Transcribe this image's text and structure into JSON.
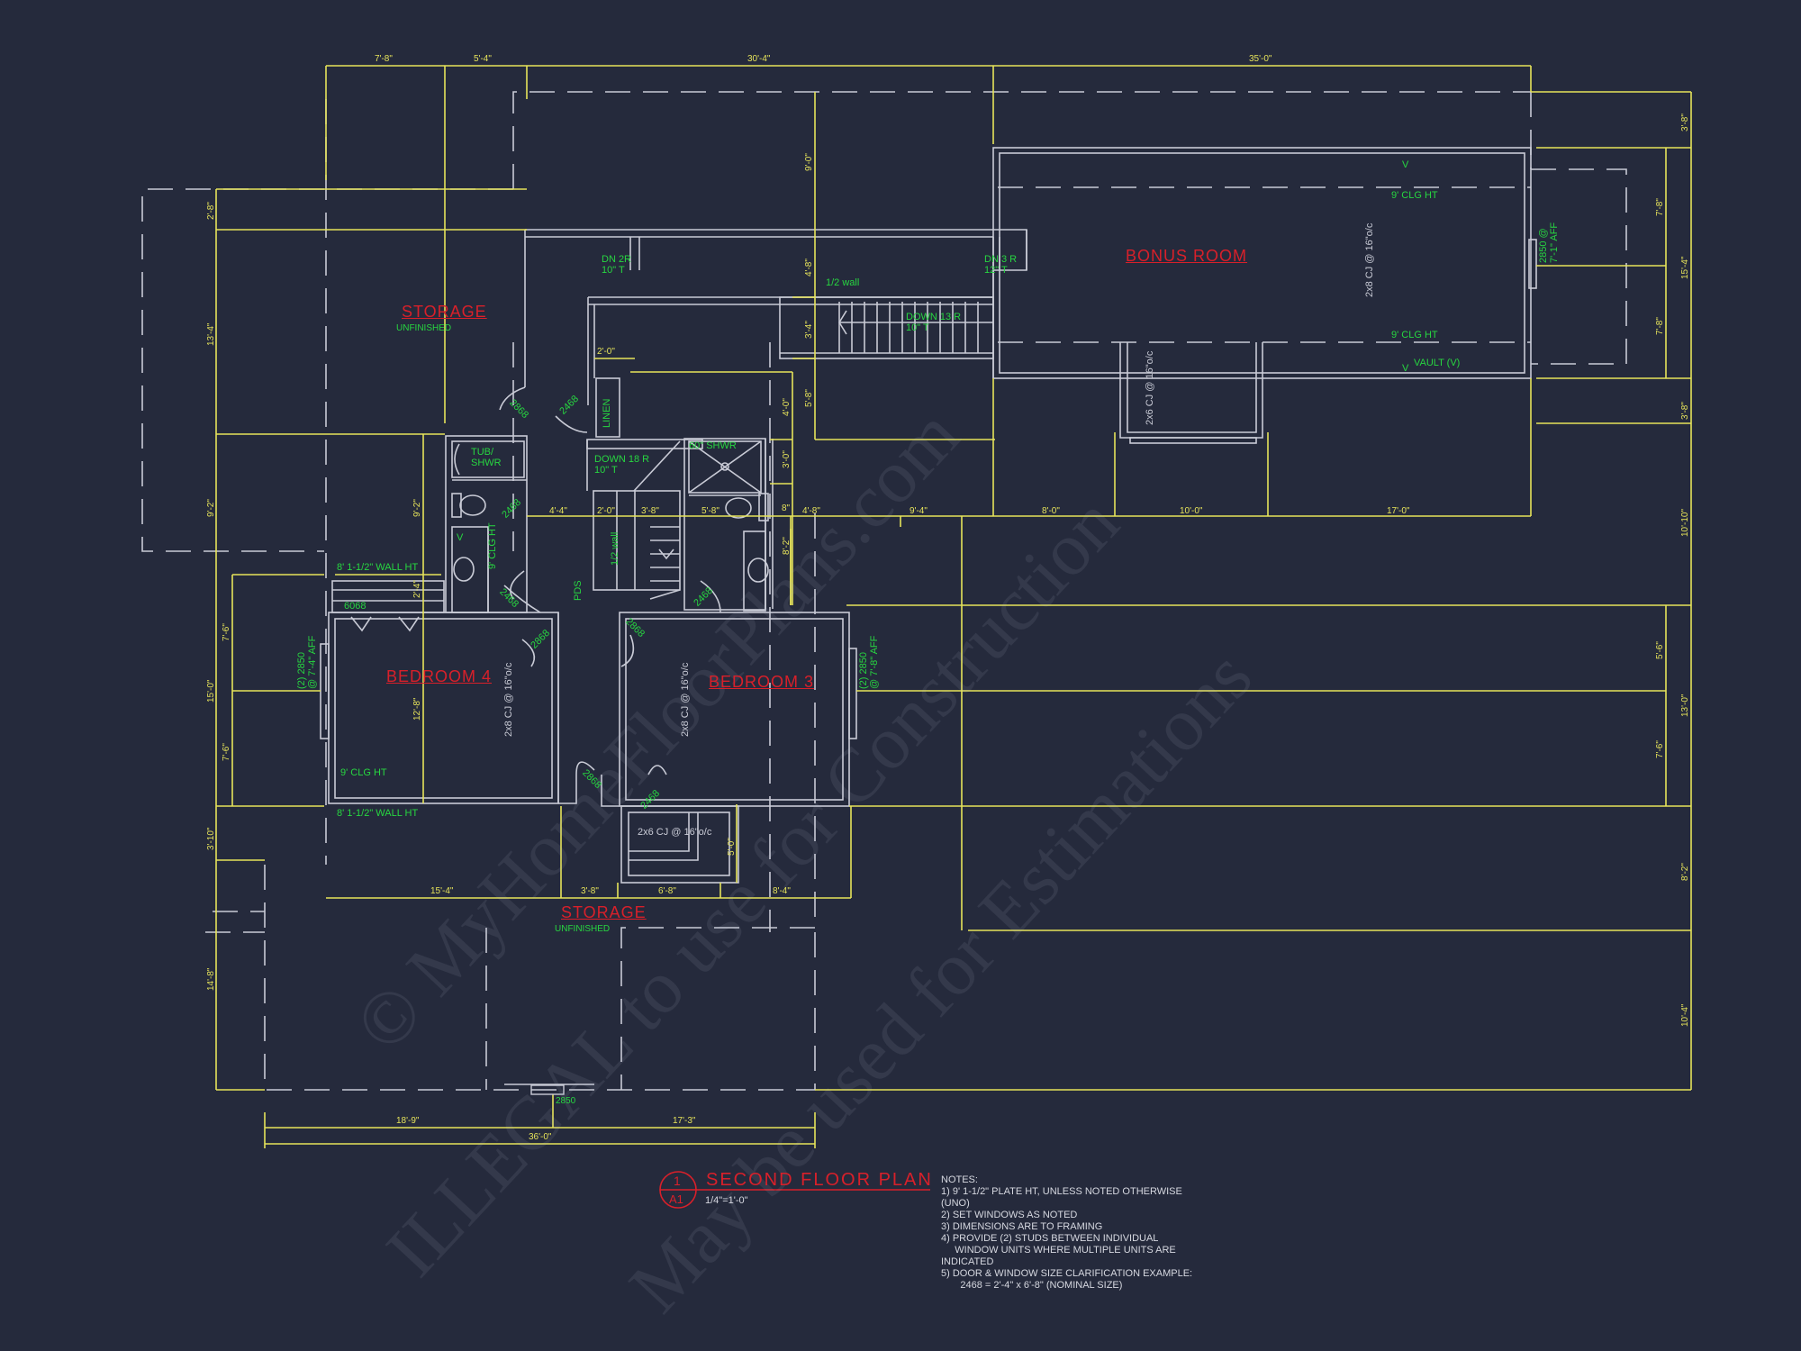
{
  "drawing": {
    "title": "SECOND FLOOR PLAN",
    "scale": "1/4\"=1'-0\"",
    "callout": {
      "number": "1",
      "sheet": "A1"
    },
    "colors": {
      "background": "#252a3c",
      "dimension": "#e6e35a",
      "annotation": "#27d640",
      "room_label": "#d8202a",
      "linework": "#c9cbd6"
    }
  },
  "rooms": {
    "bonus_room": "BONUS ROOM",
    "storage_upper": "STORAGE",
    "storage_upper_note": "UNFINISHED",
    "bedroom_4": "BEDROOM 4",
    "bedroom_3": "BEDROOM 3",
    "storage_lower": "STORAGE",
    "storage_lower_note": "UNFINISHED"
  },
  "annotations": {
    "dn_2r": "DN 2R",
    "dn_2r_t": "10\" T",
    "dn_3r": "DN 3 R",
    "dn_3r_t": "12\" T",
    "half_wall_top": "1/2 wall",
    "down_13r": "DOWN 13 R",
    "down_13r_t": "10\" T",
    "clg_ht_bonus_top": "9' CLG HT",
    "clg_ht_bonus_bottom": "9' CLG HT",
    "vault": "VAULT (V)",
    "v_mark_top": "V",
    "v_mark_bottom": "V",
    "cj_bonus": "2x8 CJ @ 16\"o/c",
    "cj_bay": "2x6 CJ @ 16\"o/c",
    "win_bonus": "2850 @",
    "win_bonus_2": "7'-1\" AFF",
    "door_2868_a": "2868",
    "door_2468_a": "2468",
    "linen": "LINEN",
    "tub_shwr_1": "TUB/",
    "tub_shwr_2": "SHWR",
    "down_18r": "DOWN 18 R",
    "down_18r_t": "10\" T",
    "shwr_60": "60\" SHWR",
    "door_2468_b": "2468",
    "clg_ht_bath": "9' CLG HT",
    "v_bath": "V",
    "half_wall_mid": "1/2 wall",
    "pds": "PDS",
    "wall_ht_top": "8' 1-1/2\" WALL HT",
    "closet_6068": "6068",
    "door_2468_c": "2468",
    "door_2868_b": "2868",
    "door_2868_c": "2868",
    "door_2468_d": "2468",
    "win_bed4_1": "(2) 2850",
    "win_bed4_2": "@ 7'-4\" AFF",
    "cj_bed4": "2x8 CJ @ 16\"o/c",
    "cj_bed3": "2x8 CJ @ 16\"o/c",
    "win_bed3_1": "(2) 2850",
    "win_bed3_2": "@ 7'-8\" AFF",
    "clg_ht_bed4": "9' CLG HT",
    "wall_ht_bottom": "8' 1-1/2\" WALL HT",
    "door_2868_d": "2868",
    "door_2468_e": "2468",
    "cj_closet": "2x6 CJ @ 16\"o/c",
    "win_front": "2850"
  },
  "dimensions": {
    "top": [
      "7'-8\"",
      "5'-4\"",
      "30'-4\"",
      "35'-0\""
    ],
    "right_outer": [
      "3'-8\"",
      "15'-4\"",
      "3'-8\"",
      "10'-10\"",
      "13'-0\"",
      "8'-2\"",
      "10'-4\""
    ],
    "right_inner": [
      "7'-8\"",
      "7'-8\"",
      "5'-6\"",
      "7'-6\""
    ],
    "left_outer": [
      "2'-8\"",
      "13'-4\"",
      "9'-2\"",
      "15'-0\"",
      "3'-10\"",
      "14'-8\""
    ],
    "left_inner": [
      "7'-6\"",
      "7'-6\""
    ],
    "storage_9_2": "9'-2\"",
    "bed4_12_8": "12'-8\"",
    "closet_2_4": "2'-4\"",
    "stair_col": [
      "9'-0\"",
      "4'-8\"",
      "3'-4\"",
      "5'-8\""
    ],
    "linen_2_0": "2'-0\"",
    "bath_col": [
      "4'-0\"",
      "3'-0\""
    ],
    "hall_row": [
      "4'-4\"",
      "2'-0\"",
      "3'-8\"",
      "5'-8\"",
      "8\"",
      "4'-8\"",
      "9'-4\"",
      "8'-0\"",
      "10'-0\"",
      "17'-0\""
    ],
    "bath3_8_2": "8'-2\"",
    "lower_row": [
      "15'-4\"",
      "3'-8\"",
      "6'-8\"",
      "8'-4\""
    ],
    "closet_5_0": "5'-0\"",
    "bottom_row": [
      "18'-9\"",
      "17'-3\""
    ],
    "bottom_total": "36'-0\""
  },
  "notes": {
    "header": "NOTES:",
    "items": [
      "1) 9' 1-1/2\" PLATE HT, UNLESS NOTED OTHERWISE\n(UNO)",
      "2) SET WINDOWS AS NOTED",
      "3) DIMENSIONS ARE TO FRAMING",
      "4) PROVIDE (2) STUDS BETWEEN INDIVIDUAL\n     WINDOW UNITS WHERE MULTIPLE UNITS ARE\nINDICATED",
      "5) DOOR & WINDOW SIZE CLARIFICATION EXAMPLE:\n       2468 = 2'-4\" x 6'-8\" (NOMINAL SIZE)"
    ]
  },
  "watermark": {
    "line1": "© MyHomeFloorPlans.com",
    "line2": "ILLEGAL to use for Construction",
    "line3": "May be used for Estimations"
  }
}
